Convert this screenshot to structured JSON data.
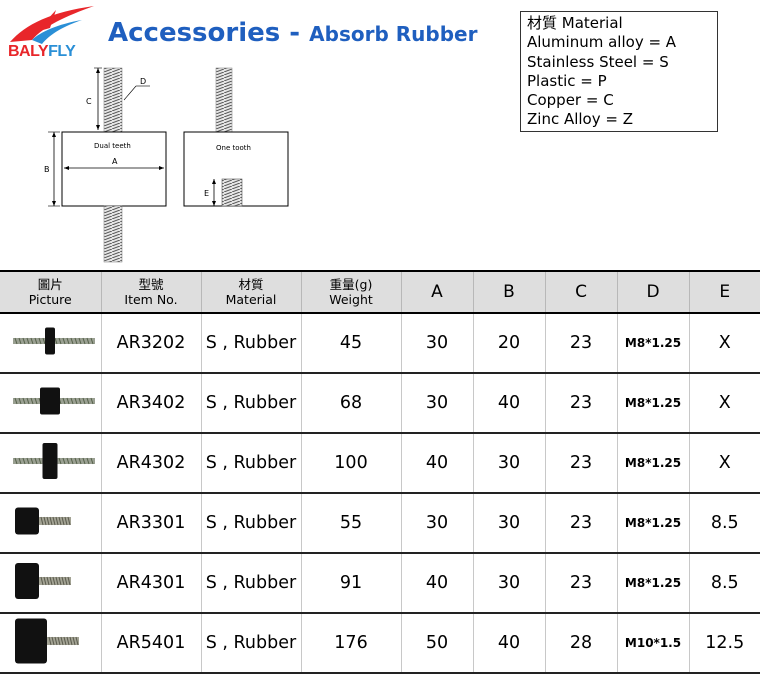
{
  "brand": {
    "part1": "BALY",
    "part2": "FLY",
    "color_red": "#e8262a",
    "color_blue": "#2a8fd6"
  },
  "title": {
    "main": "Accessories",
    "dash": " - ",
    "sub": "Absorb Rubber",
    "color": "#1f5fbf"
  },
  "legend": [
    "材質 Material",
    "Aluminum alloy = A",
    "Stainless Steel = S",
    "Plastic = P",
    "Copper = C",
    "Zinc Alloy = Z"
  ],
  "diagram": {
    "dual_label": "Dual teeth",
    "one_label": "One tooth",
    "dim_a": "A",
    "dim_b": "B",
    "dim_c": "C",
    "dim_d": "D",
    "dim_e": "E"
  },
  "table": {
    "headers": [
      {
        "zh": "圖片",
        "en": "Picture"
      },
      {
        "zh": "型號",
        "en": "Item No."
      },
      {
        "zh": "材質",
        "en": "Material"
      },
      {
        "zh": "重量(g)",
        "en": "Weight"
      },
      {
        "single": "A"
      },
      {
        "single": "B"
      },
      {
        "single": "C"
      },
      {
        "single": "D"
      },
      {
        "single": "E"
      }
    ],
    "rows": [
      {
        "type": "dual",
        "item": "AR3202",
        "material": "S , Rubber",
        "weight": "45",
        "a": "30",
        "b": "20",
        "c": "23",
        "d": "M8*1.25",
        "e": "X"
      },
      {
        "type": "dual",
        "item": "AR3402",
        "material": "S , Rubber",
        "weight": "68",
        "a": "30",
        "b": "40",
        "c": "23",
        "d": "M8*1.25",
        "e": "X"
      },
      {
        "type": "dual",
        "item": "AR4302",
        "material": "S , Rubber",
        "weight": "100",
        "a": "40",
        "b": "30",
        "c": "23",
        "d": "M8*1.25",
        "e": "X"
      },
      {
        "type": "single",
        "item": "AR3301",
        "material": "S , Rubber",
        "weight": "55",
        "a": "30",
        "b": "30",
        "c": "23",
        "d": "M8*1.25",
        "e": "8.5"
      },
      {
        "type": "single",
        "item": "AR4301",
        "material": "S , Rubber",
        "weight": "91",
        "a": "40",
        "b": "30",
        "c": "23",
        "d": "M8*1.25",
        "e": "8.5"
      },
      {
        "type": "single",
        "item": "AR5401",
        "material": "S , Rubber",
        "weight": "176",
        "a": "50",
        "b": "40",
        "c": "28",
        "d": "M10*1.5",
        "e": "12.5"
      }
    ]
  }
}
